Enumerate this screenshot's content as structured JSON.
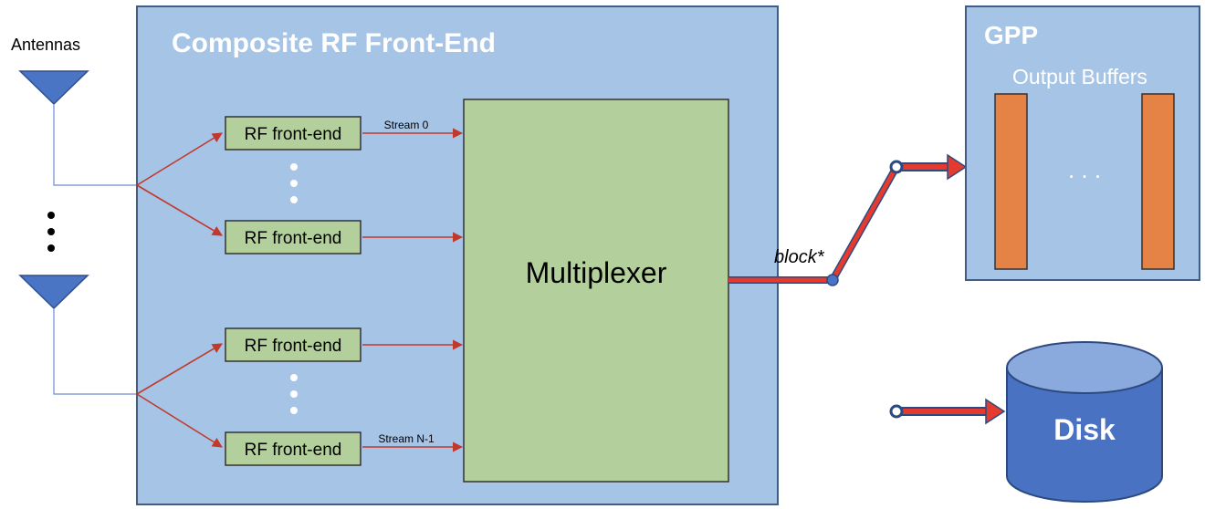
{
  "antennas_label": "Antennas",
  "composite_title": "Composite RF Front-End",
  "rf_blocks": [
    {
      "label": "RF front-end"
    },
    {
      "label": "RF front-end"
    },
    {
      "label": "RF front-end"
    },
    {
      "label": "RF front-end"
    }
  ],
  "stream_labels": [
    "Stream 0",
    "Stream N-1"
  ],
  "multiplexer_label": "Multiplexer",
  "block_label": "block*",
  "gpp": {
    "title": "GPP",
    "subtitle": "Output Buffers",
    "ellipsis": ". . ."
  },
  "disk_label": "Disk",
  "colors": {
    "panel_fill": "#a6c4e6",
    "panel_border": "#3f5d87",
    "green_fill": "#b3d09c",
    "green_border": "#333333",
    "arrow_red": "#c0392b",
    "thick_arrow": "#e53b2f",
    "antenna_blue": "#4a74c4",
    "buffer_orange": "#e58245",
    "disk_body": "#4a72c3",
    "disk_top": "#8aa9dd"
  }
}
